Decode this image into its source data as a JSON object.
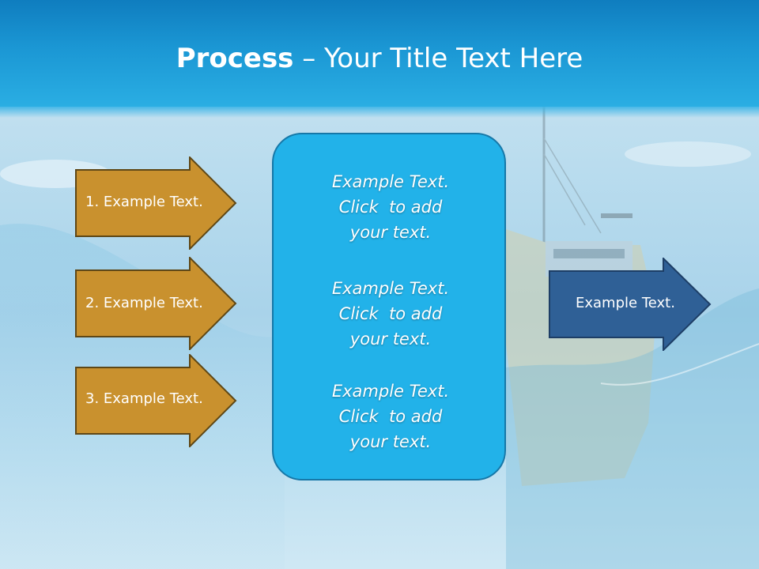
{
  "slide": {
    "title_bold": "Process",
    "title_rest": " – Your Title Text Here"
  },
  "left_arrows": [
    {
      "label": "1. Example Text."
    },
    {
      "label": "2. Example Text."
    },
    {
      "label": "3. Example Text."
    }
  ],
  "center_box": {
    "blocks": [
      {
        "line1": "Example Text.",
        "line2": "Click  to add",
        "line3": "your text."
      },
      {
        "line1": "Example Text.",
        "line2": "Click  to add",
        "line3": "your text."
      },
      {
        "line1": "Example Text.",
        "line2": "Click  to add",
        "line3": "your text."
      }
    ]
  },
  "right_arrow": {
    "label": "Example Text."
  },
  "colors": {
    "title_band": "#1b97d4",
    "left_arrow_fill": "#c9912e",
    "left_arrow_border": "#5e4716",
    "center_box_fill": "#22b2e9",
    "center_box_border": "#1678a8",
    "right_arrow_fill": "#2f6096",
    "right_arrow_border": "#1d3e66"
  }
}
